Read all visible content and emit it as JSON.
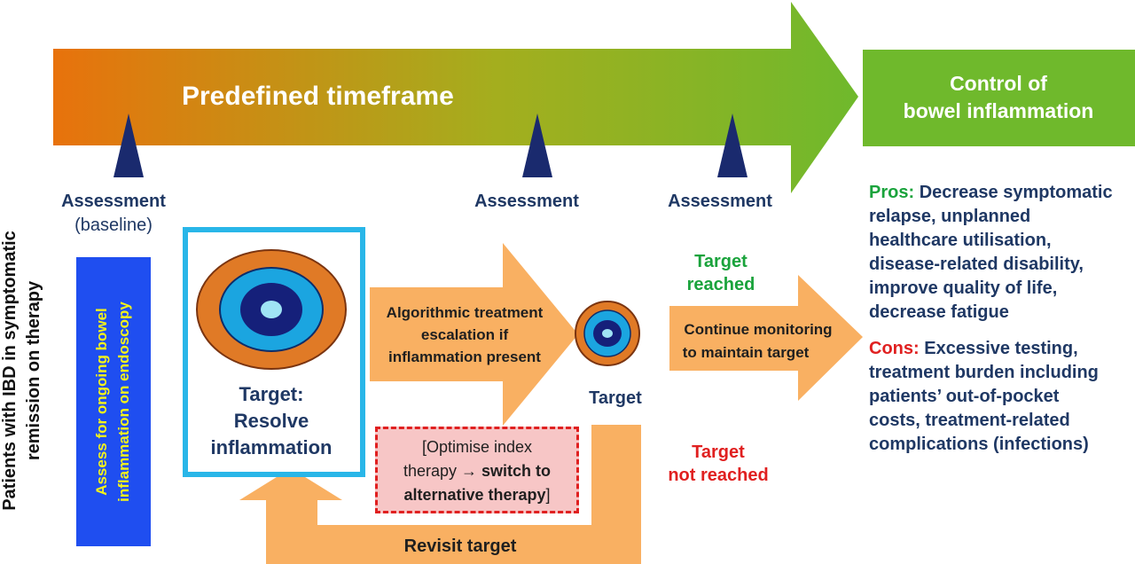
{
  "timeframe": {
    "label": "Predefined timeframe"
  },
  "control": {
    "line1": "Control of",
    "line2": "bowel inflammation"
  },
  "side_label": {
    "line1": "Patients with IBD in symptomatic",
    "line2": "remission on therapy"
  },
  "assessments": {
    "baseline_title": "Assessment",
    "baseline_sub": "(baseline)",
    "second": "Assessment",
    "third": "Assessment"
  },
  "assess_box": {
    "line1": "Assess for ongoing bowel",
    "line2": "inflammation on endoscopy"
  },
  "target_box": {
    "line1": "Target:",
    "line2": "Resolve",
    "line3": "inflammation"
  },
  "escalation_arrow": {
    "line1": "Algorithmic treatment",
    "line2": "escalation if",
    "line3": "inflammation present"
  },
  "small_target": {
    "label": "Target"
  },
  "reached": {
    "line1": "Target",
    "line2": "reached"
  },
  "not_reached": {
    "line1": "Target",
    "line2": "not reached"
  },
  "continue_arrow": {
    "line1": "Continue monitoring",
    "line2": "to maintain target"
  },
  "optimise": {
    "part1": "[Optimise index",
    "part2": "therapy",
    "arrow": "→",
    "part3": "switch to",
    "part4": "alternative therapy",
    "part5": "]"
  },
  "revisit": {
    "label": "Revisit target"
  },
  "pros": {
    "heading": "Pros:",
    "lines": [
      "Decrease symptomatic",
      "relapse, unplanned",
      "healthcare utilisation,",
      "disease-related disability,",
      "improve quality of life,",
      "decrease fatigue"
    ]
  },
  "cons": {
    "heading": "Cons:",
    "lines": [
      "Excessive testing,",
      "treatment burden including",
      "patients’ out-of-pocket",
      "costs, treatment-related",
      "complications (infections)"
    ]
  },
  "colors": {
    "navy": "#1f3864",
    "green": "#6fb92c",
    "orange_start": "#e8720c",
    "light_orange": "#f9b062",
    "target_red": "#e02020",
    "target_green": "#1aa33c",
    "blue_box": "#1f4ef0",
    "yellow_text": "#f2f21c",
    "cyan_frame": "#29b6e8"
  }
}
